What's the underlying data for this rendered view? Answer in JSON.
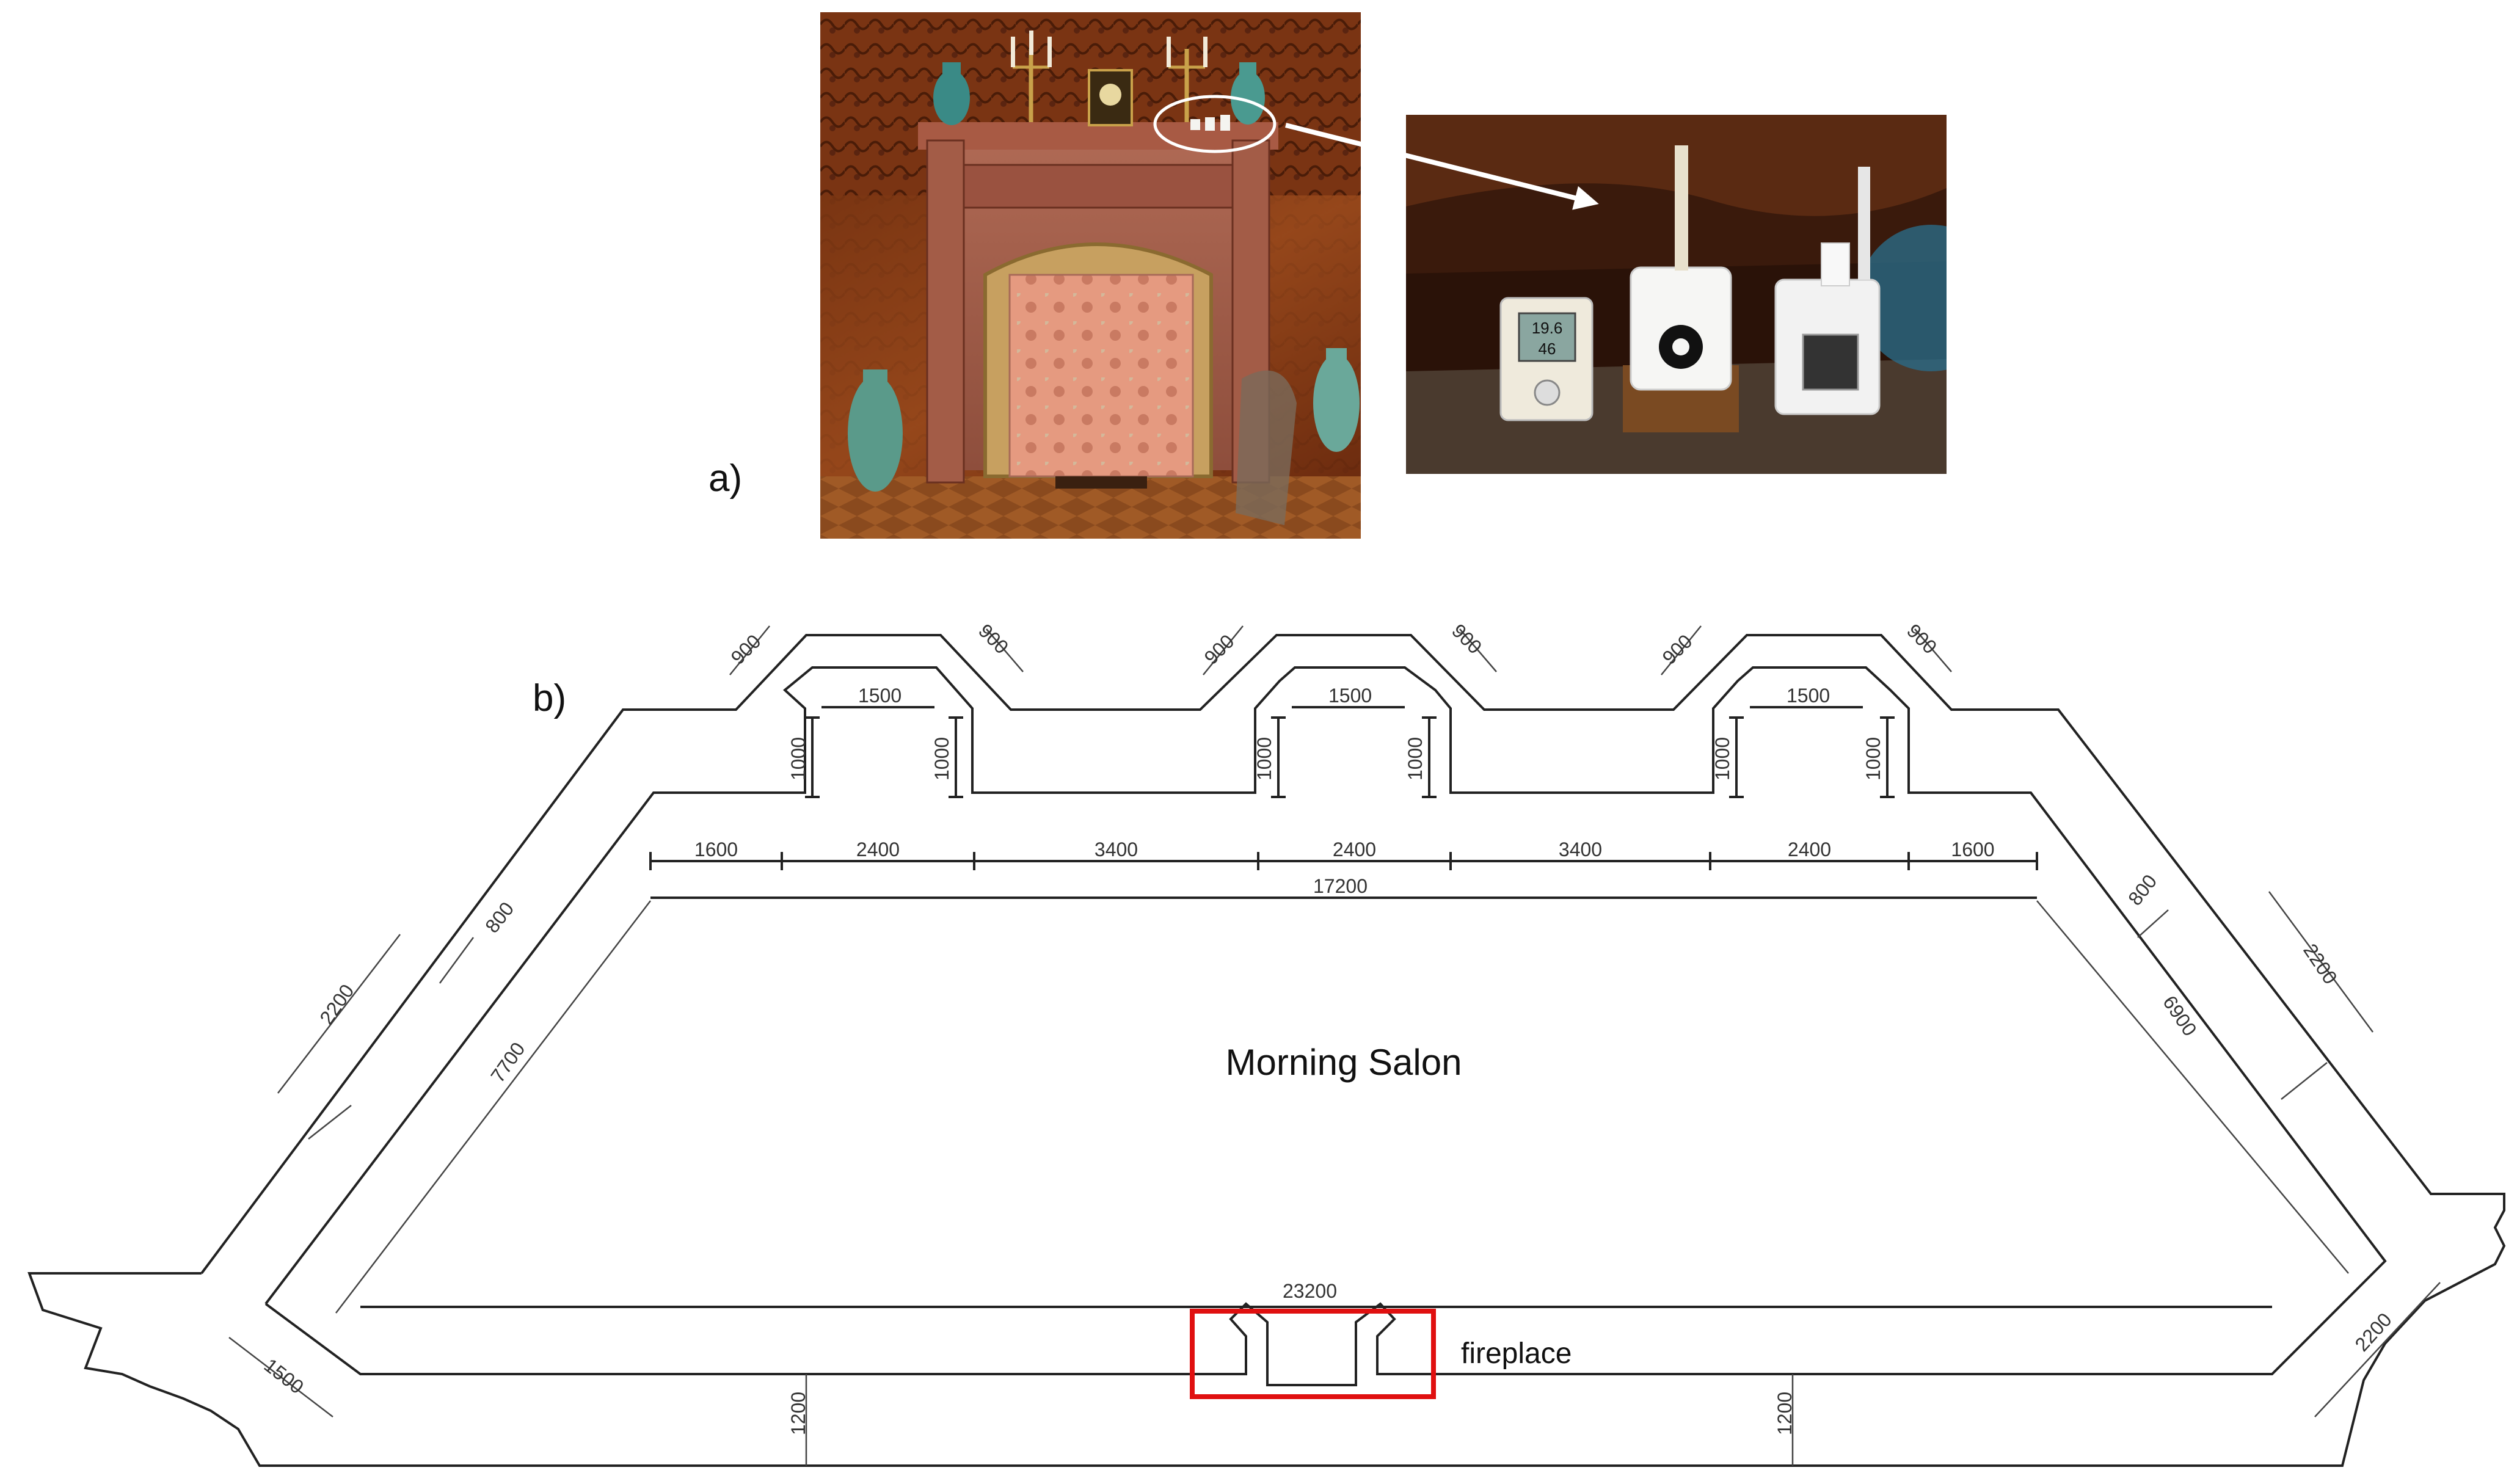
{
  "panel_a": {
    "label": "a)",
    "photos": [
      {
        "name": "fireplace-photo",
        "subject": "carved fireplace with vases, clock and candelabra"
      },
      {
        "name": "sensors-closeup-photo",
        "subject": "close-up of data loggers placed on the mantel"
      }
    ],
    "logger_display": {
      "line1": "19.6",
      "line2": "46"
    }
  },
  "panel_b": {
    "label": "b)",
    "room_name": "Morning Salon",
    "fireplace_label": "fireplace",
    "dimensions": {
      "bay_wall_depth": "1000",
      "bay_opening": "1500",
      "bay_chamfer": "900",
      "wall_thickness_side": "800",
      "wall_thickness_bottom": "1200",
      "window_left": "2200",
      "window_right_upper": "2200",
      "window_right_lower": "2200",
      "left_corner": "1500",
      "top_segments": [
        "1600",
        "2400",
        "3400",
        "2400",
        "3400",
        "2400",
        "1600"
      ],
      "top_total": "17200",
      "bottom_total": "23200",
      "left_diagonal": "7700",
      "right_diagonal": "6900"
    },
    "colors": {
      "lines": "#222222",
      "highlight": "#e01010"
    }
  }
}
